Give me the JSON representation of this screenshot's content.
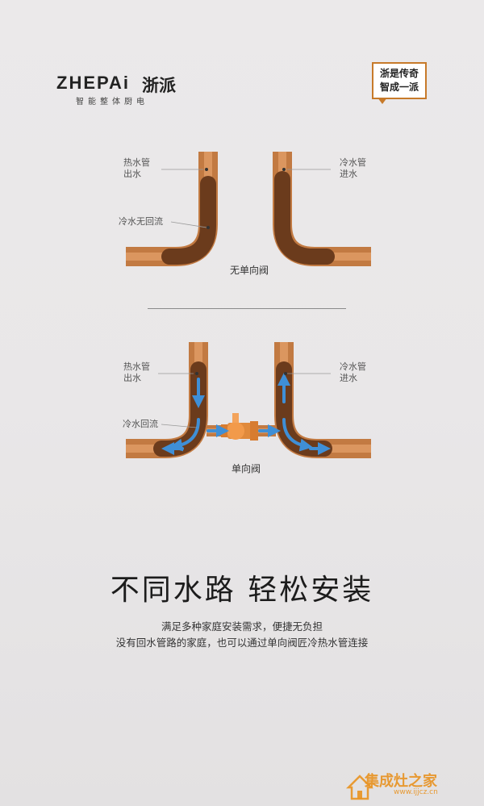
{
  "brand": {
    "name_en": "ZHEPAi",
    "name_cn": "浙派",
    "tagline": "智能整体厨电",
    "badge_line1": "浙是传奇",
    "badge_line2": "智成一派"
  },
  "diagram_no_valve": {
    "hot_label_l1": "热水管",
    "hot_label_l2": "出水",
    "cold_label_l1": "冷水管",
    "cold_label_l2": "进水",
    "flow_label": "冷水无回流",
    "caption": "无单向阀"
  },
  "diagram_valve": {
    "hot_label_l1": "热水管",
    "hot_label_l2": "出水",
    "cold_label_l1": "冷水管",
    "cold_label_l2": "进水",
    "flow_label": "冷水回流",
    "caption": "单向阀"
  },
  "headline": "不同水路 轻松安装",
  "body": {
    "line1": "满足多种家庭安装需求，便捷无负担",
    "line2": "没有回水管路的家庭，也可以通过单向阀匠冷热水管连接"
  },
  "watermark": {
    "text": "集成灶之家",
    "url": "www.ijjcz.cn"
  },
  "colors": {
    "copper": "#d9894f",
    "copper_dark": "#b9682f",
    "water_brown": "#6b3b1c",
    "water_blue": "#3f8fd6",
    "accent": "#c77a2a"
  }
}
